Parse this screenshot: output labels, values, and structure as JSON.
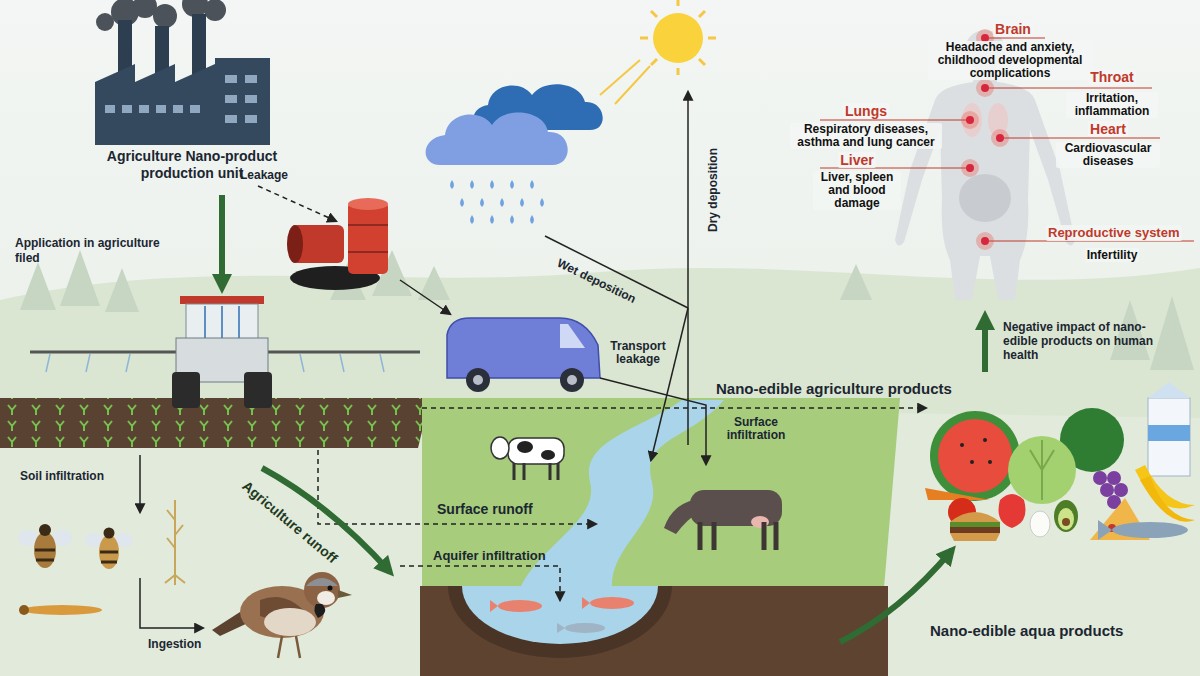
{
  "diagram": {
    "labels": [
      "Agriculture Nano-product production unit",
      "Leakage",
      "Application in agriculture filed",
      "Wet deposition",
      "Dry deposition",
      "Transport leakage",
      "Surface infiltration",
      "Nano-edible agriculture products",
      "Soil infiltration",
      "Agriculture runoff",
      "Surface runoff",
      "Aquifer infiltration",
      "Ingestion",
      "Nano-edible aqua products",
      "Brain",
      "Headache and anxiety, childhood developmental complications",
      "Throat",
      "Irritation, inflammation",
      "Lungs",
      "Respiratory diseases, asthma and lung cancer",
      "Heart",
      "Cardiovascular diseases",
      "Liver",
      "Liver, spleen and blood damage",
      "Reproductive system",
      "Infertility",
      "Negative impact of nano-edible products on human health"
    ]
  }
}
